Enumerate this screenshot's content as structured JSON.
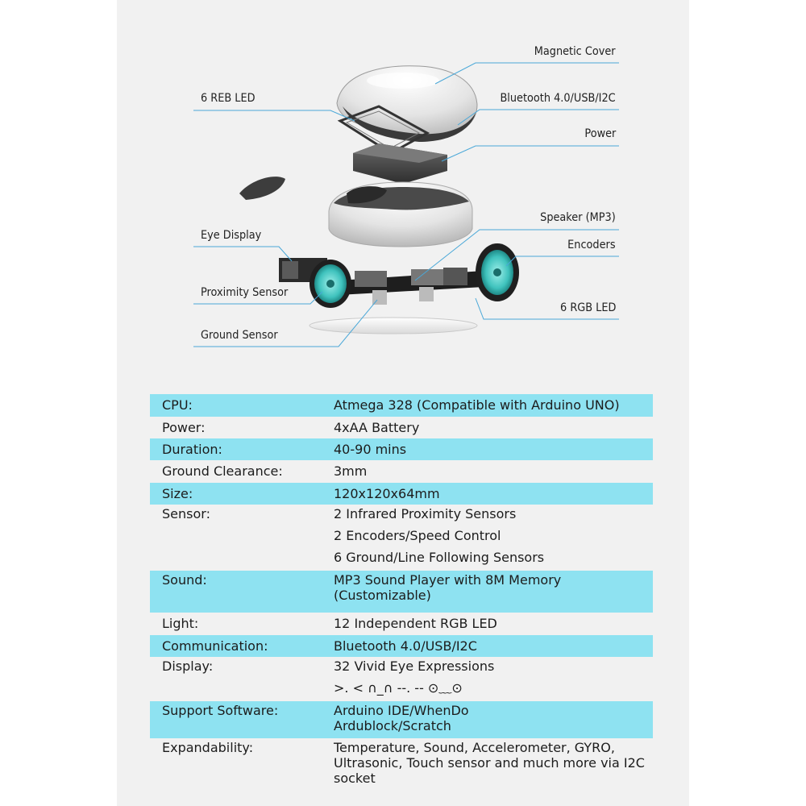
{
  "callouts": {
    "magnetic_cover": "Magnetic Cover",
    "reb_led": "6 REB LED",
    "bluetooth": "Bluetooth 4.0/USB/I2C",
    "power": "Power",
    "speaker": "Speaker (MP3)",
    "eye_display": "Eye Display",
    "encoders": "Encoders",
    "proximity": "Proximity Sensor",
    "rgb_led": "6 RGB LED",
    "ground": "Ground Sensor"
  },
  "colors": {
    "highlight": "#8ee2f1",
    "wheel": "#3fc2bd",
    "callout_line": "#4aa8d8"
  },
  "specs": [
    {
      "label": "CPU:",
      "values": [
        "Atmega 328 (Compatible with Arduino UNO)"
      ],
      "highlight": true
    },
    {
      "label": "Power:",
      "values": [
        "4xAA Battery"
      ],
      "highlight": false
    },
    {
      "label": "Duration:",
      "values": [
        "40-90 mins"
      ],
      "highlight": true
    },
    {
      "label": "Ground Clearance:",
      "values": [
        "3mm"
      ],
      "highlight": false
    },
    {
      "label": "Size:",
      "values": [
        "120x120x64mm"
      ],
      "highlight": true
    },
    {
      "label": "Sensor:",
      "values": [
        "2 Infrared Proximity Sensors",
        "2 Encoders/Speed Control",
        "6 Ground/Line Following Sensors"
      ],
      "highlight": false
    },
    {
      "label": "Sound:",
      "values": [
        "MP3 Sound Player with 8M Memory",
        "(Customizable)"
      ],
      "highlight": true
    },
    {
      "label": "Light:",
      "values": [
        "12 Independent RGB LED"
      ],
      "highlight": false
    },
    {
      "label": "Communication:",
      "values": [
        "Bluetooth 4.0/USB/I2C"
      ],
      "highlight": true
    },
    {
      "label": "Display:",
      "values": [
        "32 Vivid Eye Expressions",
        ">. <   ∩_∩   --. --   ⊙﹏⊙"
      ],
      "highlight": false
    },
    {
      "label": "Support Software:",
      "values": [
        "Arduino IDE/WhenDo",
        "Ardublock/Scratch"
      ],
      "highlight": true
    },
    {
      "label": "Expandability:",
      "values": [
        "Temperature, Sound, Accelerometer, GYRO,",
        "Ultrasonic, Touch sensor and much more via I2C",
        "socket"
      ],
      "highlight": false
    }
  ]
}
